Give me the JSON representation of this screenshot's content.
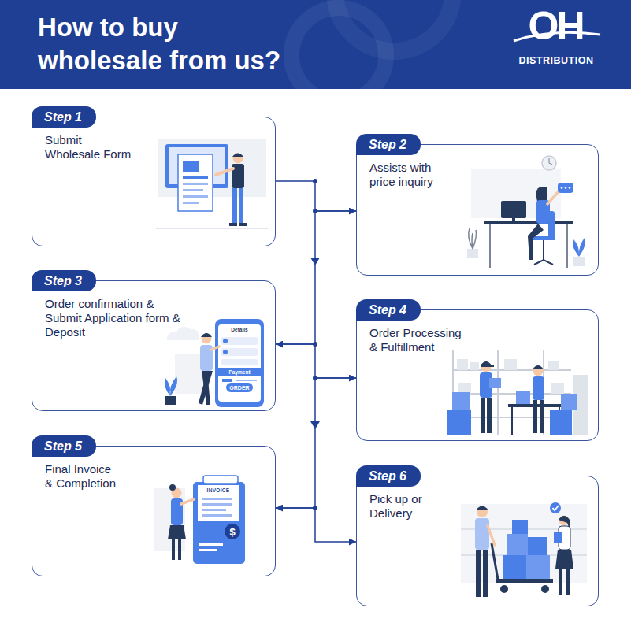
{
  "diagram": {
    "title": "How to buy wholesale from us?",
    "nodes": [
      {
        "text": [
          "Step 1",
          "Submit Wholesale Form"
        ]
      },
      {
        "text": [
          "Step 2",
          "Assists with price inquiry"
        ]
      },
      {
        "text": [
          "Step 3",
          "Order confirmation & Submit Application form & Deposit"
        ]
      },
      {
        "text": [
          "Step 4",
          "Order Processing & Fulfillment"
        ]
      },
      {
        "text": [
          "Step 5",
          "Final Invoice & Completion"
        ]
      },
      {
        "text": [
          "Step 6",
          "Pick up or Delivery"
        ]
      }
    ],
    "edges": [
      {
        "from": 0,
        "to": 1,
        "arrow": "to"
      },
      {
        "from": 1,
        "to": 2,
        "arrow": "to"
      },
      {
        "from": 2,
        "to": 3,
        "arrow": "to"
      },
      {
        "from": 3,
        "to": 4,
        "arrow": "to"
      },
      {
        "from": 4,
        "to": 5,
        "arrow": "to"
      }
    ],
    "labels": [
      "OH",
      "DISTRIBUTION",
      "Details",
      "Payment",
      "ORDER",
      "INVOICE",
      "$"
    ]
  }
}
